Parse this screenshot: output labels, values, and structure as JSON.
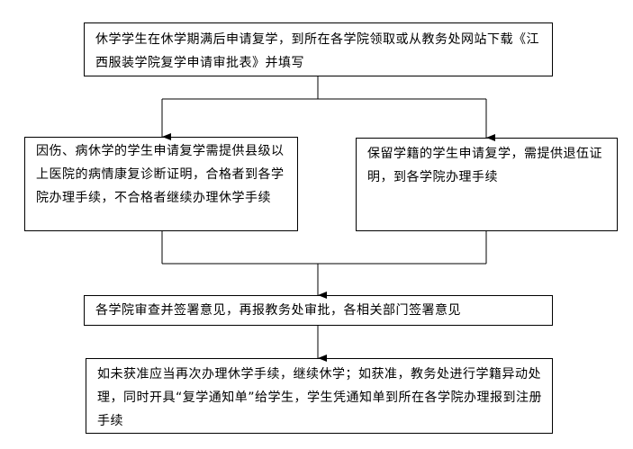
{
  "steps": {
    "start": "休学学生在休学期满后申请复学，到所在各学院领取或从教务处网站下载《江西服装学院复学申请审批表》并填写",
    "illness": "因伤、病休学的学生申请复学需提供县级以上医院的病情康复诊断证明，合格者到各学院办理手续，不合格者继续办理休学手续",
    "retained": "保留学籍的学生申请复学，需提供退伍证明，到各学院办理手续",
    "review": "各学院审查并签署意见，再报教务处审批，各相关部门签署意见",
    "result": "如未获准应当再次办理休学手续，继续休学；如获准，教务处进行学籍异动处理，同时开具“复学通知单”给学生，学生凭通知单到所在各学院办理报到注册手续"
  }
}
